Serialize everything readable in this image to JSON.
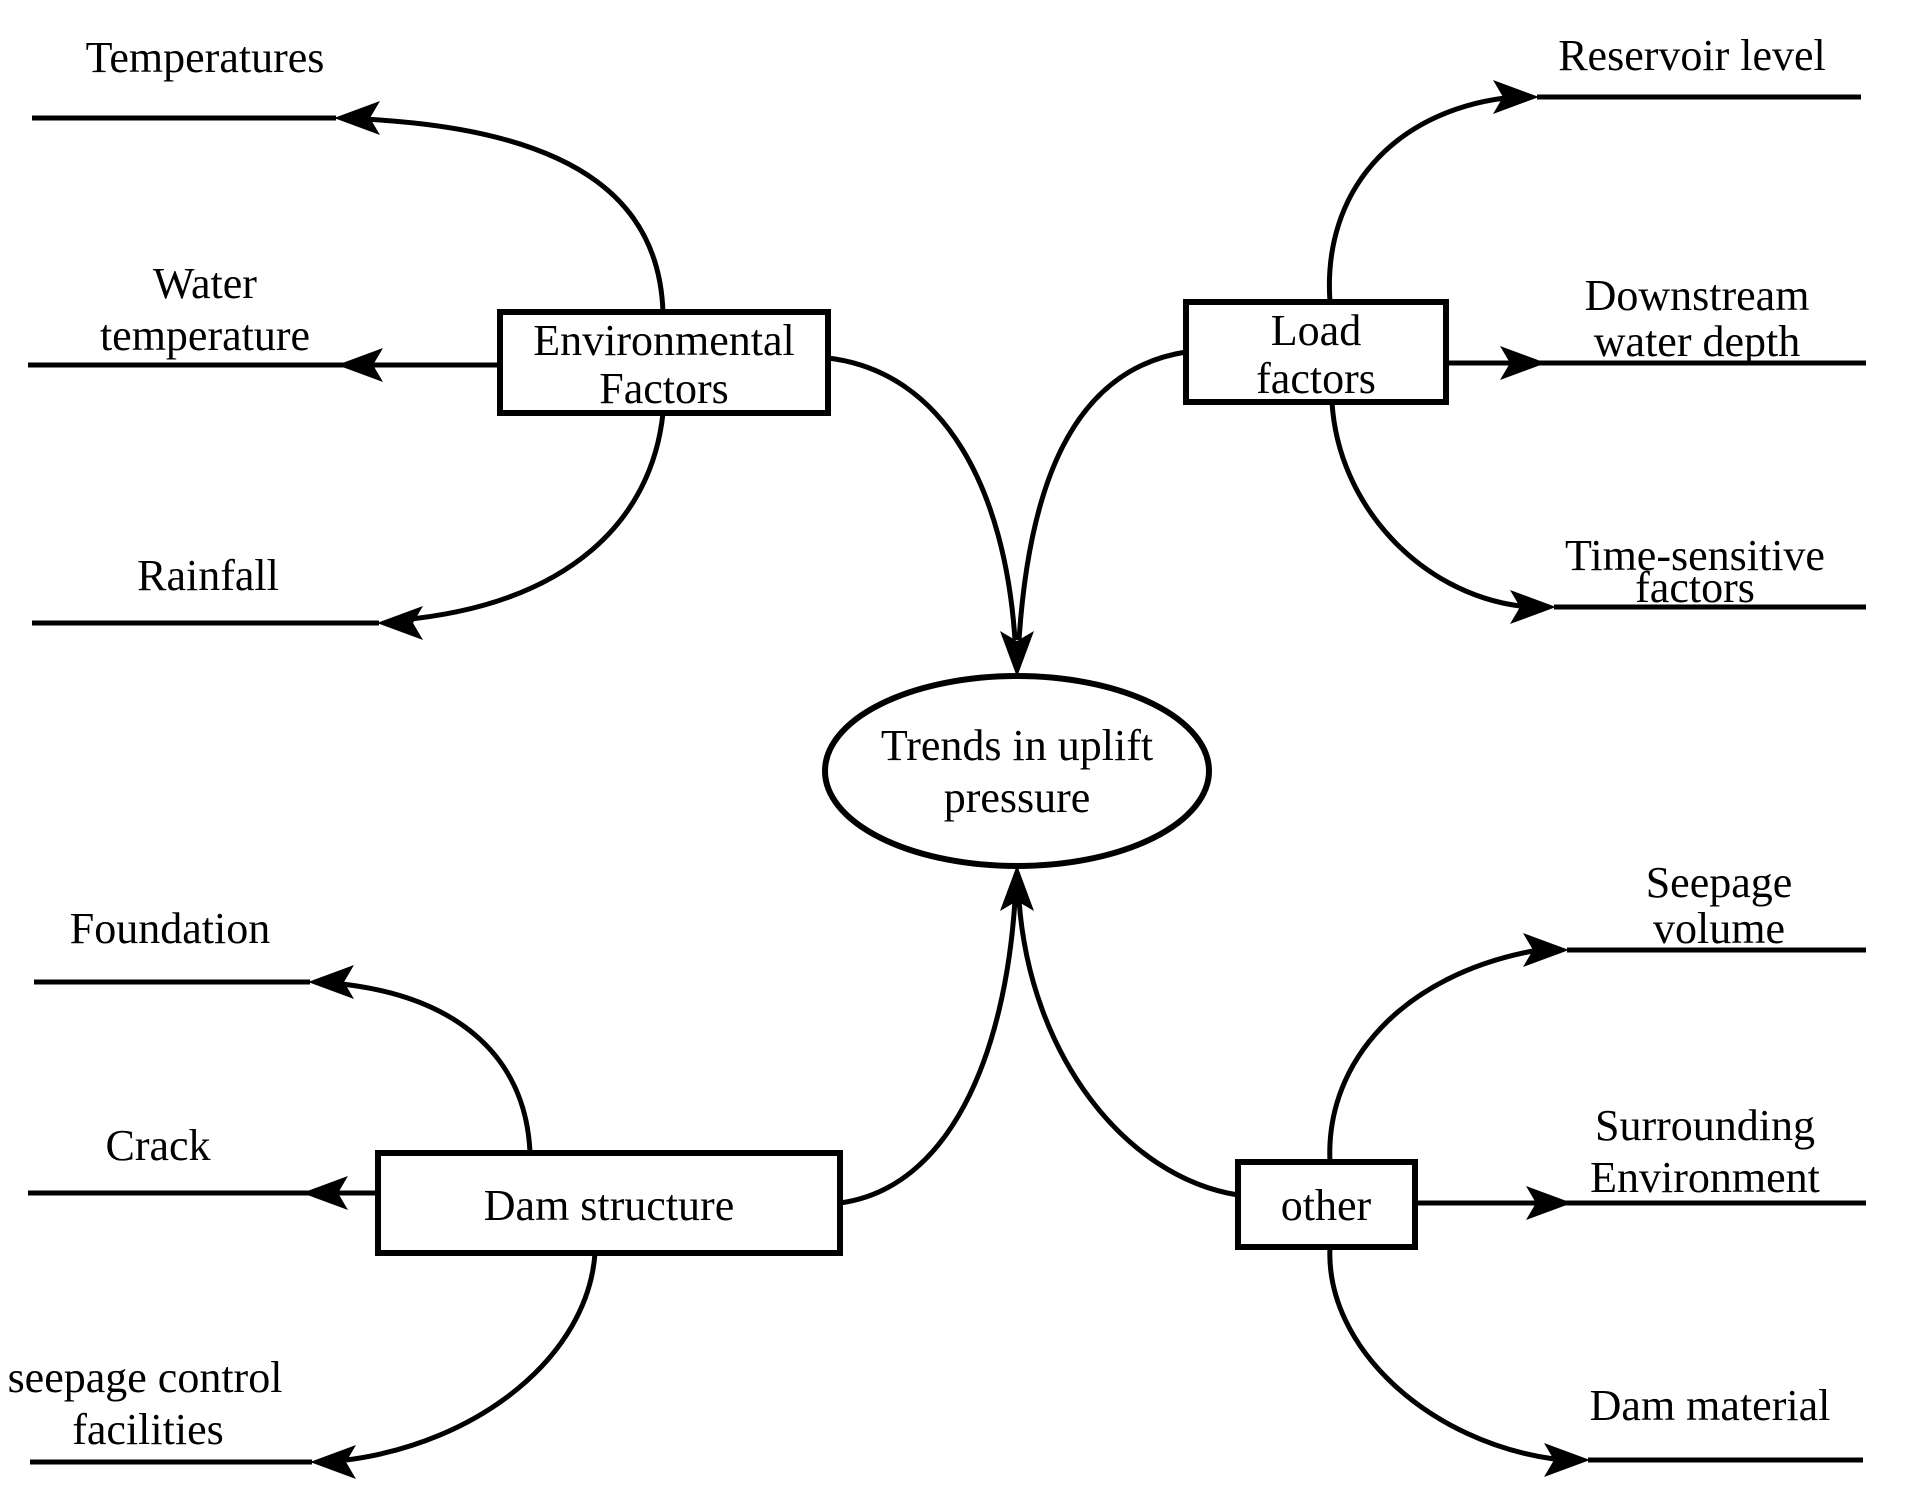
{
  "page": {
    "background_color": "#ffffff",
    "ink_color": "#000000"
  },
  "diagram": {
    "center_node": {
      "shape": "ellipse",
      "lines": [
        "Trends in uplift",
        "pressure"
      ]
    },
    "groups": [
      {
        "name": "environmental-factors",
        "box_lines": [
          "Environmental",
          "Factors"
        ],
        "branches": [
          {
            "lines": [
              "Temperatures"
            ]
          },
          {
            "lines": [
              "Water",
              "temperature"
            ]
          },
          {
            "lines": [
              "Rainfall"
            ]
          }
        ]
      },
      {
        "name": "load-factors",
        "box_lines": [
          "Load",
          "factors"
        ],
        "branches": [
          {
            "lines": [
              "Reservoir level"
            ]
          },
          {
            "lines": [
              "Downstream",
              "water depth"
            ]
          },
          {
            "lines": [
              "Time-sensitive",
              "factors"
            ]
          }
        ]
      },
      {
        "name": "dam-structure",
        "box_lines": [
          "Dam structure"
        ],
        "branches": [
          {
            "lines": [
              "Foundation"
            ]
          },
          {
            "lines": [
              "Crack"
            ]
          },
          {
            "lines": [
              "seepage control",
              "facilities"
            ]
          }
        ]
      },
      {
        "name": "other",
        "box_lines": [
          "other"
        ],
        "branches": [
          {
            "lines": [
              "Seepage",
              "volume"
            ]
          },
          {
            "lines": [
              "Surrounding",
              "Environment"
            ]
          },
          {
            "lines": [
              "Dam material"
            ]
          }
        ]
      }
    ]
  }
}
